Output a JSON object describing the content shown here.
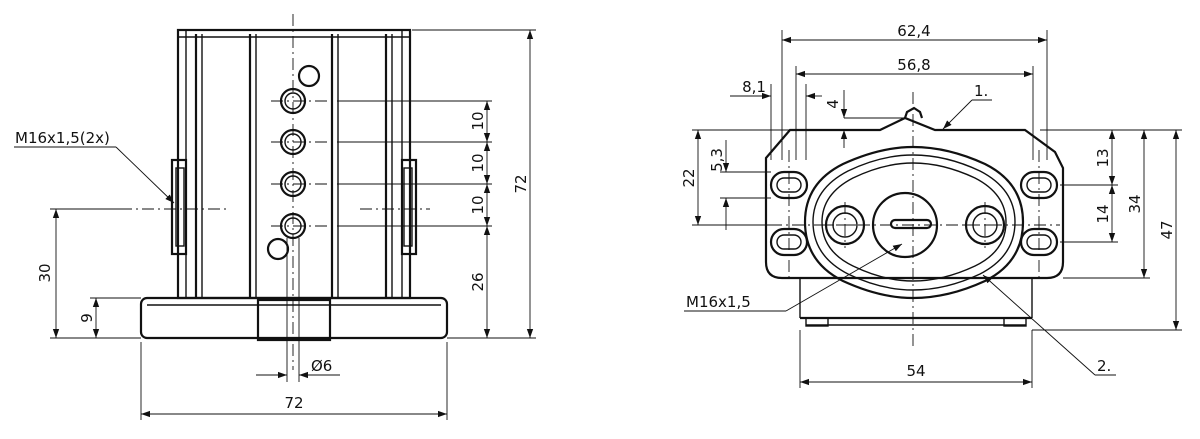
{
  "front_view": {
    "thread_callout": "M16x1,5(2x)",
    "dim_width": "72",
    "dim_height": "72",
    "dim_hole_spacing_1": "10",
    "dim_hole_spacing_2": "10",
    "dim_hole_spacing_3": "10",
    "dim_lower_hole": "26",
    "dim_port_height": "30",
    "dim_base_thickness": "9",
    "dim_hole_diameter": "Ø6"
  },
  "side_view": {
    "dim_overall_width": "62,4",
    "dim_slot_spacing": "56,8",
    "dim_edge_offset": "8,1",
    "dim_nub_height": "4",
    "dim_flange_height": "22",
    "dim_slot_width": "5,3",
    "dim_slot_upper": "13",
    "dim_slot_pitch": "14",
    "dim_height_34": "34",
    "dim_height_47": "47",
    "dim_base_width": "54",
    "thread_callout": "M16x1,5",
    "item_1": "1.",
    "item_2": "2."
  }
}
